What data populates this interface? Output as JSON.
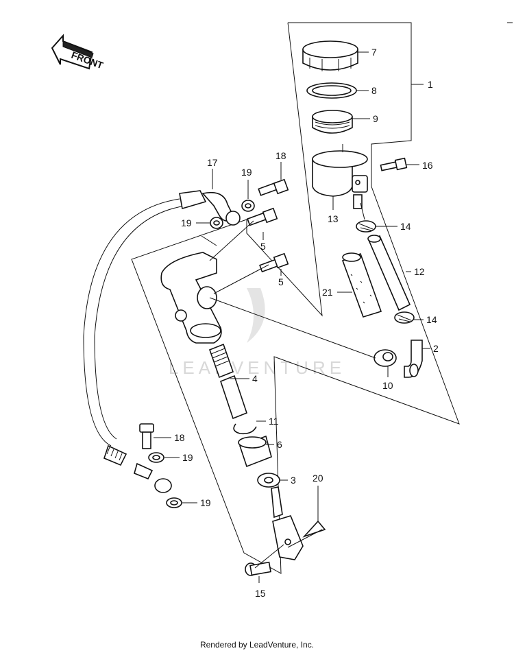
{
  "front_label": "FRONT",
  "watermark": "LEADVENTURE",
  "footer": "Rendered by LeadVenture, Inc.",
  "callouts": {
    "c1": "1",
    "c2": "2",
    "c3": "3",
    "c4": "4",
    "c5a": "5",
    "c5b": "5",
    "c6": "6",
    "c7": "7",
    "c8": "8",
    "c9": "9",
    "c10": "10",
    "c11": "11",
    "c12": "12",
    "c13": "13",
    "c14a": "14",
    "c14b": "14",
    "c15": "15",
    "c16": "16",
    "c17": "17",
    "c18a": "18",
    "c18b": "18",
    "c19a": "19",
    "c19b": "19",
    "c19c": "19",
    "c19d": "19",
    "c20": "20",
    "c21": "21"
  }
}
